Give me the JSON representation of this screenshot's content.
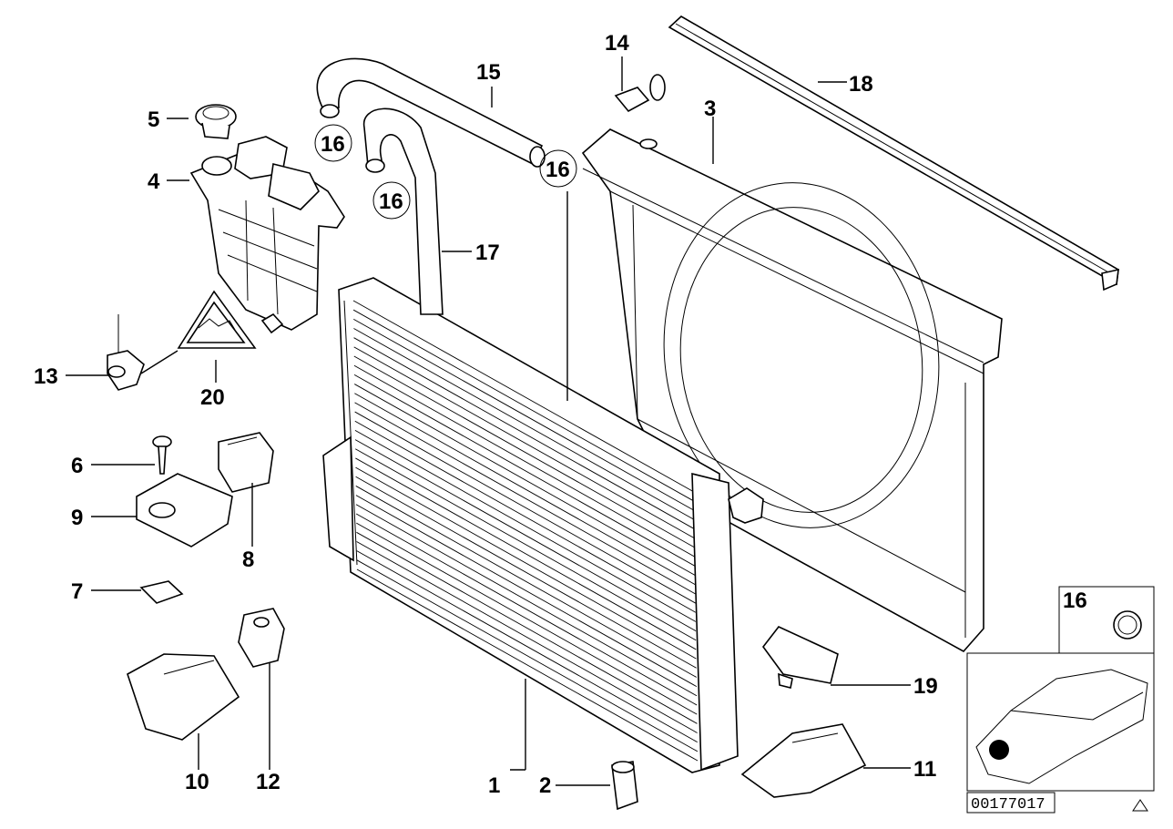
{
  "callouts": {
    "c1": "1",
    "c2": "2",
    "c3": "3",
    "c4": "4",
    "c5": "5",
    "c6": "6",
    "c7": "7",
    "c8": "8",
    "c9": "9",
    "c10": "10",
    "c11": "11",
    "c12": "12",
    "c13": "13",
    "c14": "14",
    "c15": "15",
    "c16a": "16",
    "c16b": "16",
    "c16c": "16",
    "c16d": "16",
    "c17": "17",
    "c18": "18",
    "c19": "19",
    "c20": "20"
  },
  "reference_number": "00177017"
}
